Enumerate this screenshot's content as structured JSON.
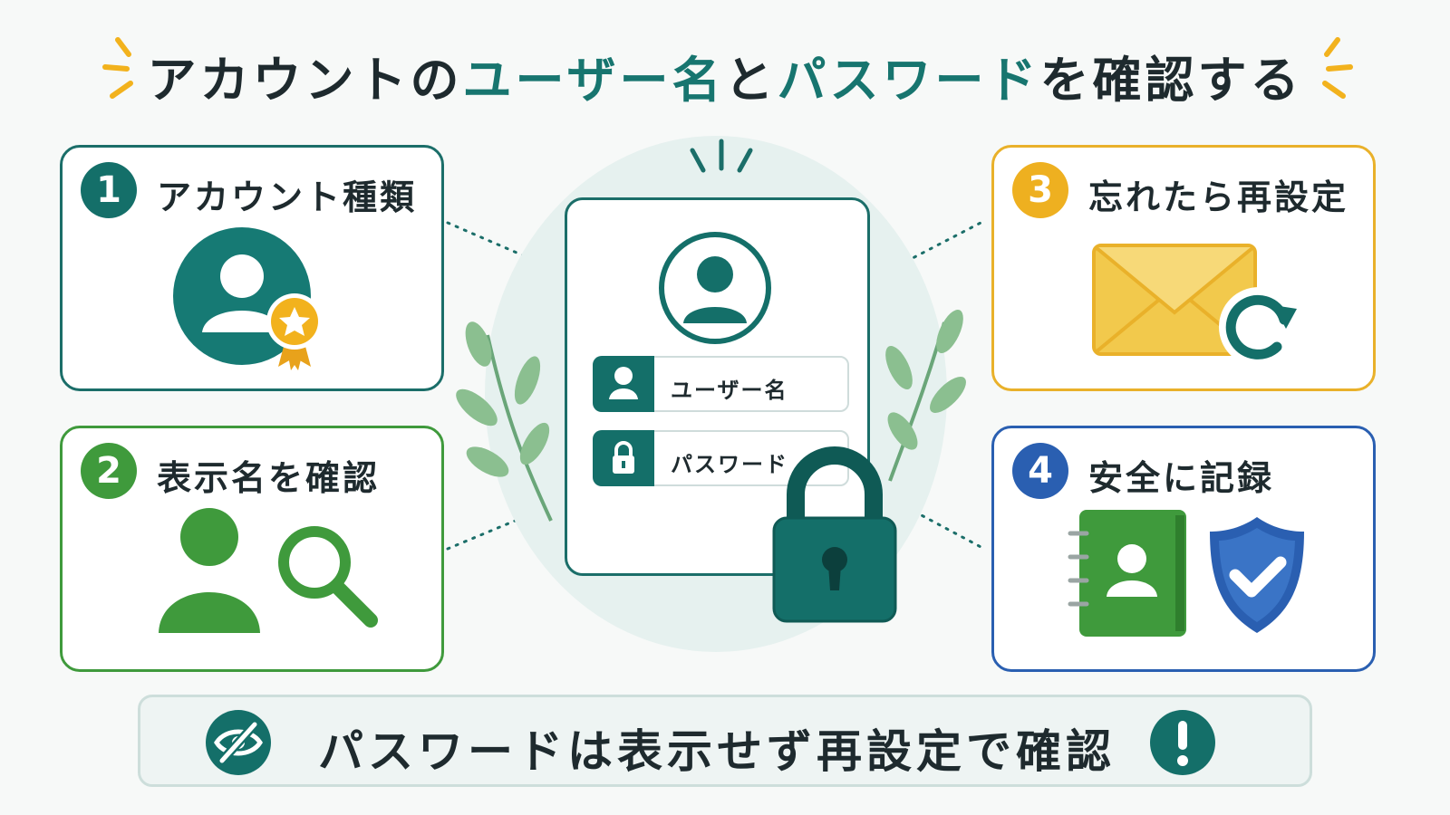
{
  "title": {
    "part1": "アカウントの",
    "highlight1": "ユーザー名",
    "part2": "と",
    "highlight2": "パスワード",
    "part3": "を確認する"
  },
  "cards": [
    {
      "number": "1",
      "title": "アカウント種類",
      "icon": "account-badge-icon",
      "color": "#146f69"
    },
    {
      "number": "2",
      "title": "表示名を確認",
      "icon": "person-search-icon",
      "color": "#3f9a3c"
    },
    {
      "number": "3",
      "title": "忘れたら再設定",
      "icon": "mail-reset-icon",
      "color": "#eeb020"
    },
    {
      "number": "4",
      "title": "安全に記録",
      "icon": "notebook-shield-icon",
      "color": "#2a5fb1"
    }
  ],
  "login": {
    "username_label": "ユーザー名",
    "password_label": "パスワード"
  },
  "banner": {
    "text": "パスワードは表示せず再設定で確認",
    "left_icon": "eye-off-icon",
    "right_icon": "exclamation-icon"
  }
}
